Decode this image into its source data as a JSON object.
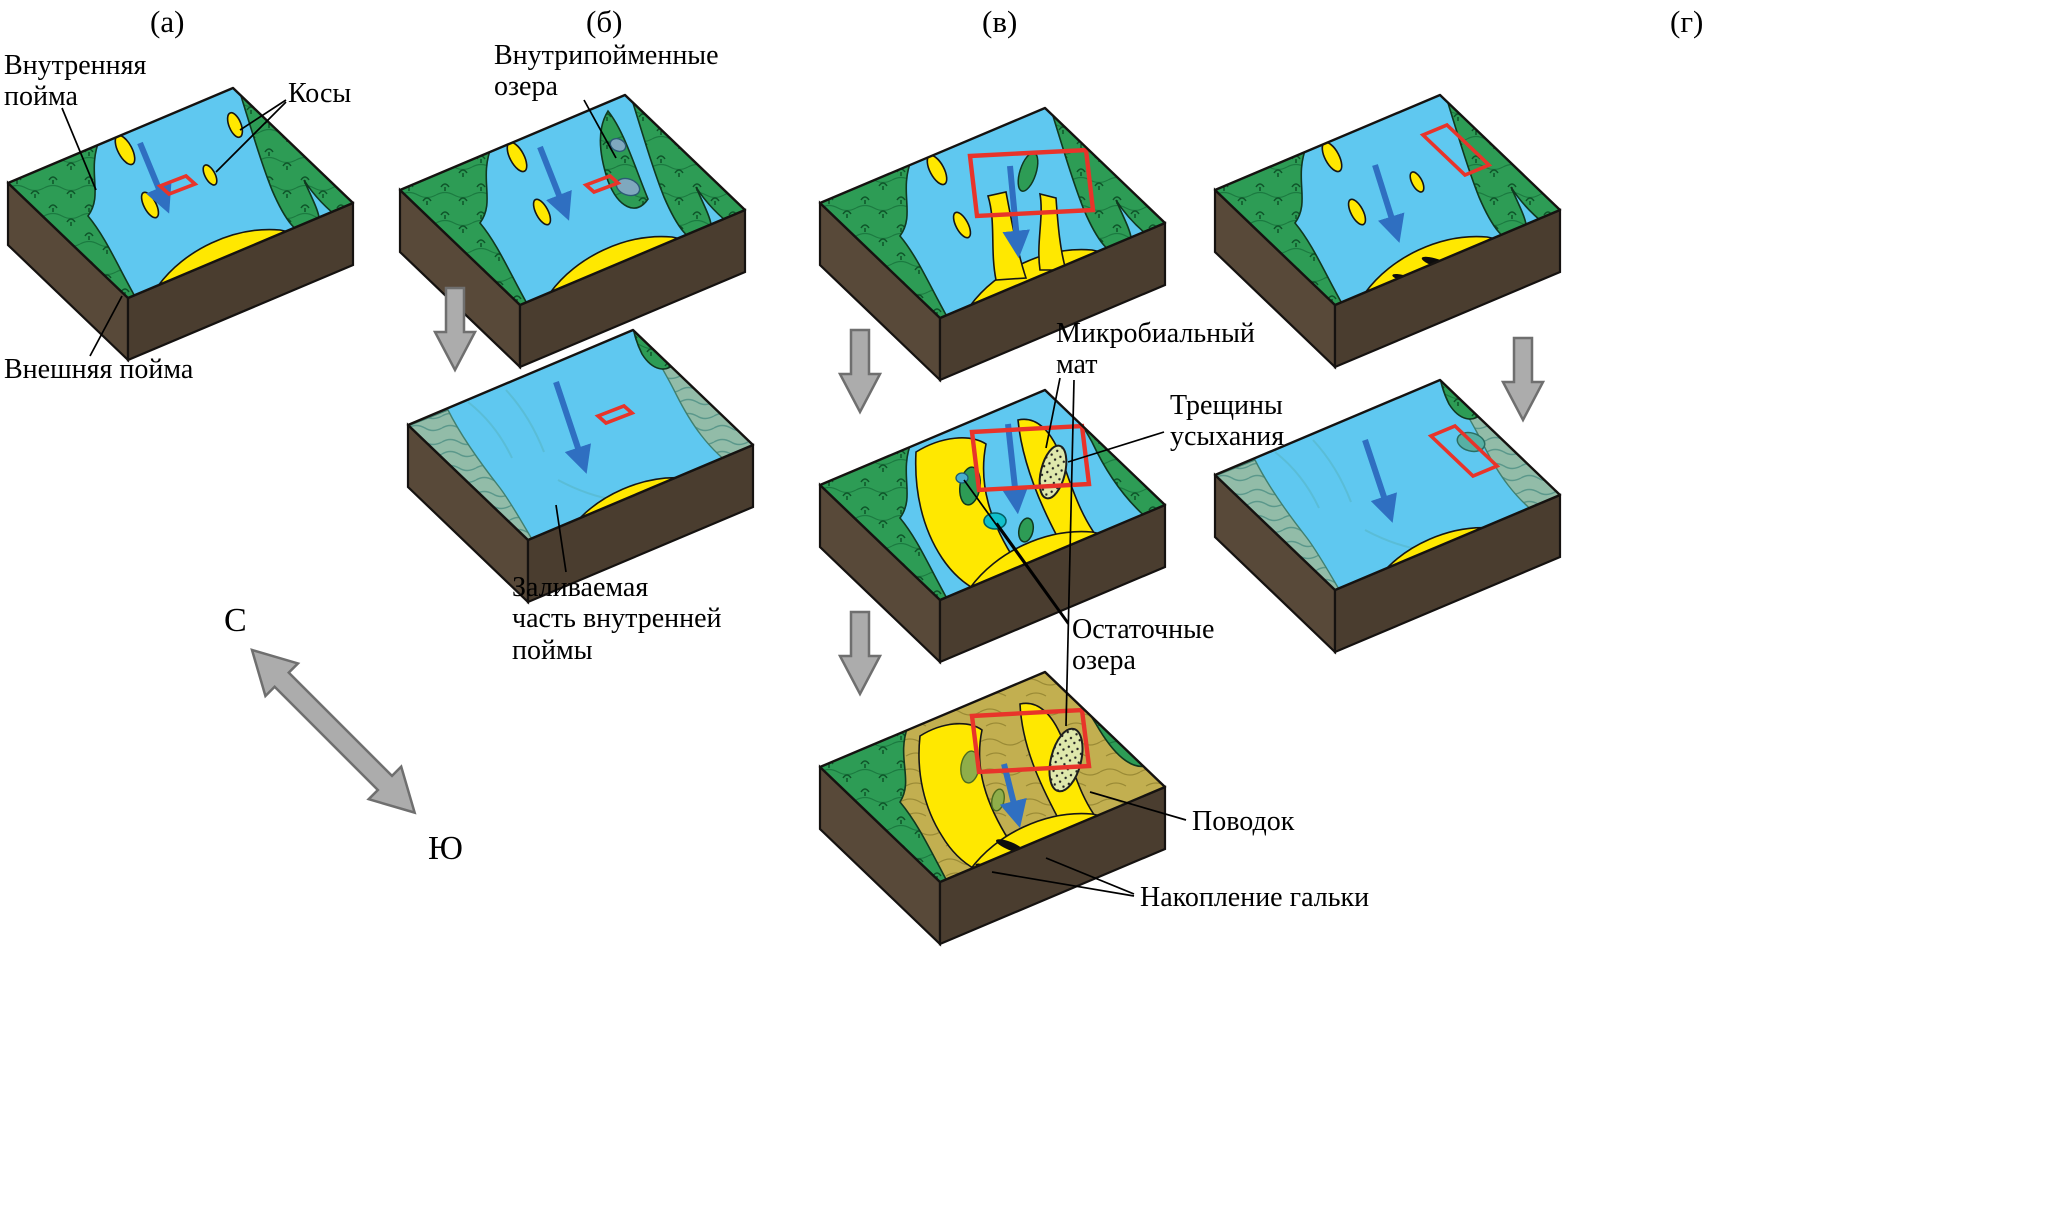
{
  "panels": {
    "a": {
      "label": "(а)"
    },
    "b": {
      "label": "(б)"
    },
    "v": {
      "label": "(в)"
    },
    "g": {
      "label": "(г)"
    }
  },
  "labels": {
    "inner_floodplain": "Внутренняя\nпойма",
    "spits": "Косы",
    "outer_floodplain": "Внешняя пойма",
    "intra_floodplain_lakes": "Внутрипойменные\nозера",
    "flooded_inner_part": "Заливаемая\nчасть внутренней\nпоймы",
    "microbial_mat": "Микробиальный\nмат",
    "desiccation_cracks": "Трещины\nусыхания",
    "residual_lakes": "Остаточные\nозера",
    "channel": "Поводок",
    "pebble_accumulation": "Накопление гальки"
  },
  "compass": {
    "north": "С",
    "south": "Ю"
  },
  "colors": {
    "water": "#5FC8F0",
    "floodplain_green": "#2D9C55",
    "flooded_green_gray": "#92BCA8",
    "sand_yellow": "#FFE800",
    "dried_khaki": "#C2AF50",
    "block_side_left": "#584939",
    "block_side_front": "#4A3D2F",
    "study_area_red": "#E8342A",
    "flow_arrow_blue": "#2F6FC1",
    "stage_arrow_gray": "#ACACAC",
    "residual_lake_cyan": "#10C0CC",
    "intra_lake_gray_blue": "#7FA8BE",
    "microbial_mat_fill": "#DFE8AC",
    "pebble_lens_black": "#0d0d0d"
  }
}
